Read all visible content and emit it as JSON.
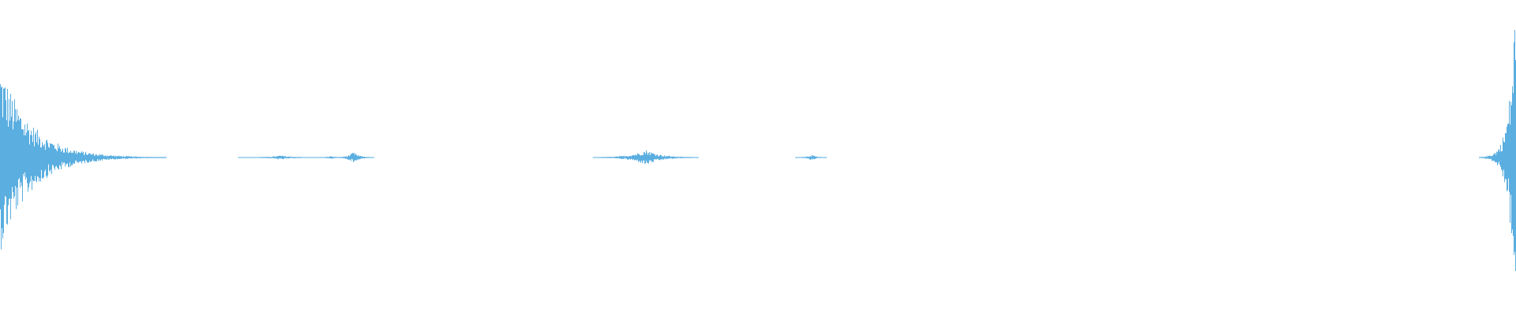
{
  "colors": {
    "background": "#ffffff",
    "waveform": "#5aaee0"
  },
  "chart_data": {
    "type": "area",
    "title": "",
    "xlabel": "",
    "ylabel": "",
    "grid": false,
    "legend": "none",
    "xlim": [
      0,
      1
    ],
    "ylim": [
      -1,
      1
    ],
    "bursts": [
      {
        "center": 0.0,
        "peak": 0.6,
        "decay": 0.02,
        "direction": "right"
      },
      {
        "center": 0.185,
        "peak": 0.014,
        "decay": 0.008,
        "direction": "both"
      },
      {
        "center": 0.218,
        "peak": 0.01,
        "decay": 0.003,
        "direction": "both"
      },
      {
        "center": 0.233,
        "peak": 0.035,
        "decay": 0.004,
        "direction": "both"
      },
      {
        "center": 0.408,
        "peak": 0.01,
        "decay": 0.003,
        "direction": "both"
      },
      {
        "center": 0.426,
        "peak": 0.05,
        "decay": 0.01,
        "direction": "both"
      },
      {
        "center": 0.535,
        "peak": 0.02,
        "decay": 0.003,
        "direction": "both"
      },
      {
        "center": 0.999,
        "peak": 0.95,
        "decay": 0.004,
        "direction": "left"
      }
    ]
  }
}
